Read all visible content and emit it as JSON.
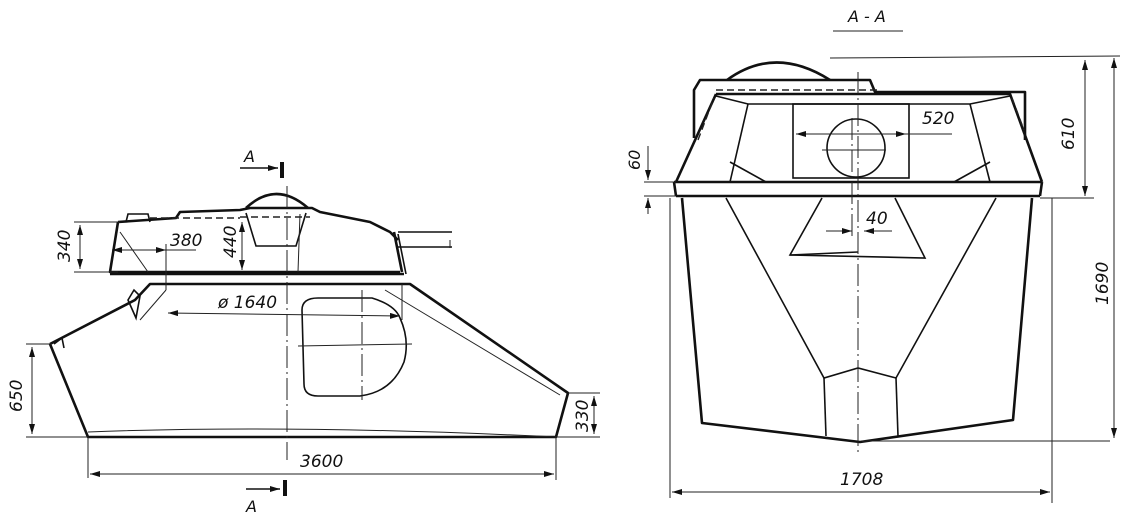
{
  "drawing": {
    "type": "technical engineering drawing",
    "views": {
      "side_view": {
        "section_marker_top": "A",
        "section_marker_bottom": "A",
        "dimensions": {
          "turret_rear_height": "340",
          "turret_overhang": "380",
          "turret_height": "440",
          "turret_ring_diameter": "ø 1640",
          "hull_rear_height": "650",
          "hull_front_height": "330",
          "hull_length": "3600"
        }
      },
      "section_view": {
        "title": "A - A",
        "dimensions": {
          "turret_ring_gap": "60",
          "hatch_width": "520",
          "turret_height": "610",
          "slot_width": "40",
          "total_height": "1690",
          "hull_width": "1708"
        }
      }
    },
    "colors": {
      "line": "#111111",
      "background": "#ffffff"
    }
  }
}
